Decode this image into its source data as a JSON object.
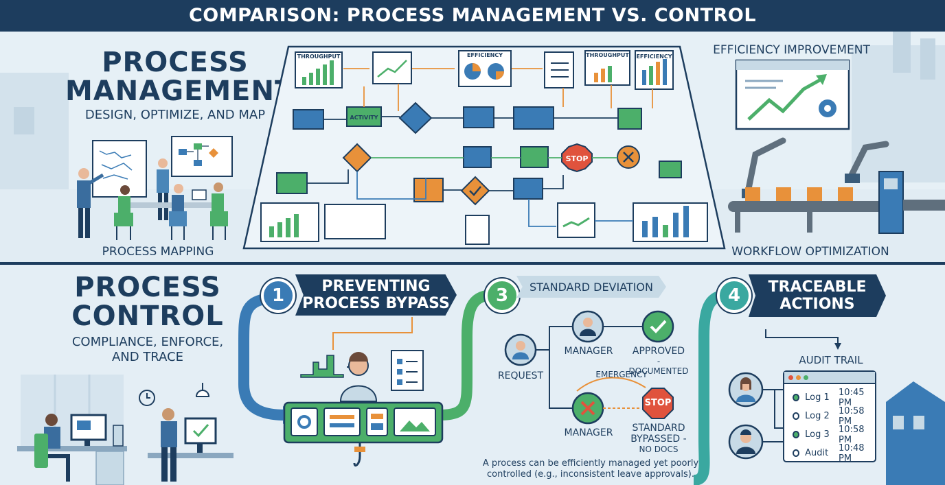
{
  "banner": {
    "title": "COMPARISON: PROCESS MANAGEMENT VS. CONTROL"
  },
  "top": {
    "title_line1": "PROCESS",
    "title_line2": "MANAGEMENT",
    "subtitle": "DESIGN, OPTIMIZE, AND MAP",
    "caption_left": "PROCESS MAPPING",
    "caption_right_top": "EFFICIENCY IMPROVEMENT",
    "caption_right_bottom": "WORKFLOW OPTIMIZATION",
    "map_labels": {
      "throughput1": "THROUGHPUT",
      "efficiency1": "EFFICIENCY",
      "throughput2": "THROUGHPUT",
      "efficiency2": "EFFICIENCY",
      "activity": "ACTIVITY",
      "stop": "STOP"
    }
  },
  "bottom": {
    "title_line1": "PROCESS",
    "title_line2": "CONTROL",
    "subtitle_line1": "COMPLIANCE, ENFORCE,",
    "subtitle_line2": "AND TRACE",
    "step1": {
      "number": "1",
      "title_line1": "PREVENTING",
      "title_line2": "PROCESS BYPASS"
    },
    "step3": {
      "number": "3",
      "title": "STANDARD DEVIATION"
    },
    "step4": {
      "number": "4",
      "title_line1": "TRACEABLE",
      "title_line2": "ACTIONS"
    },
    "flow": {
      "request": "REQUEST",
      "manager_top": "MANAGER",
      "approved": "APPROVED",
      "documented": "- DOCUMENTED",
      "emergency": "EMERGENCY",
      "manager_bottom": "MANAGER",
      "stop": "STOP",
      "bypassed_line1": "STANDARD",
      "bypassed_line2": "BYPASSED -",
      "bypassed_line3": "NO DOCS"
    },
    "note_line1": "A process can be efficiently managed yet poorly",
    "note_line2": "controlled (e.g., inconsistent leave approvals).",
    "audit": {
      "title": "AUDIT TRAIL",
      "rows": [
        {
          "name": "Log 1",
          "time": "10:45 PM"
        },
        {
          "name": "Log 2",
          "time": "10:58 PM"
        },
        {
          "name": "Log 3",
          "time": "10:58 PM"
        },
        {
          "name": "Audit",
          "time": "10:48 PM"
        }
      ]
    }
  },
  "colors": {
    "navy": "#1d3d5e",
    "blue": "#3a7bb5",
    "green": "#4caf6a",
    "teal": "#3aa8a0",
    "orange": "#e8913a",
    "red": "#e0533d"
  }
}
